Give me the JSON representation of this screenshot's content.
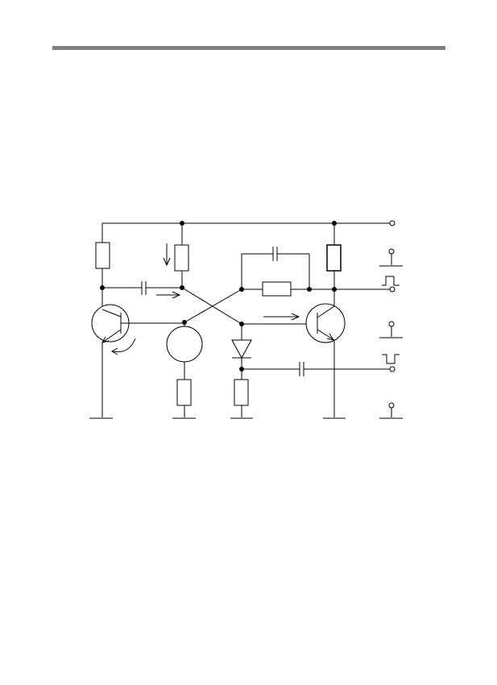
{
  "page": {
    "background": "#ffffff",
    "header_rule_color": "#808080"
  },
  "diagram": {
    "kind": "circuit-schematic",
    "ink_color": "#000000",
    "components": {
      "transistors": [
        "npn-left",
        "npn-right"
      ],
      "resistors": [
        "left-collector",
        "center-base",
        "right-collector",
        "feedback",
        "lamp-series",
        "diode-load"
      ],
      "capacitors": [
        "left-coupling",
        "right-feedback",
        "output-coupling"
      ],
      "diodes": [
        "diode"
      ],
      "meters": [
        "circle-indicator"
      ]
    },
    "outputs": [
      "positive-pulse",
      "negative-pulse"
    ]
  }
}
